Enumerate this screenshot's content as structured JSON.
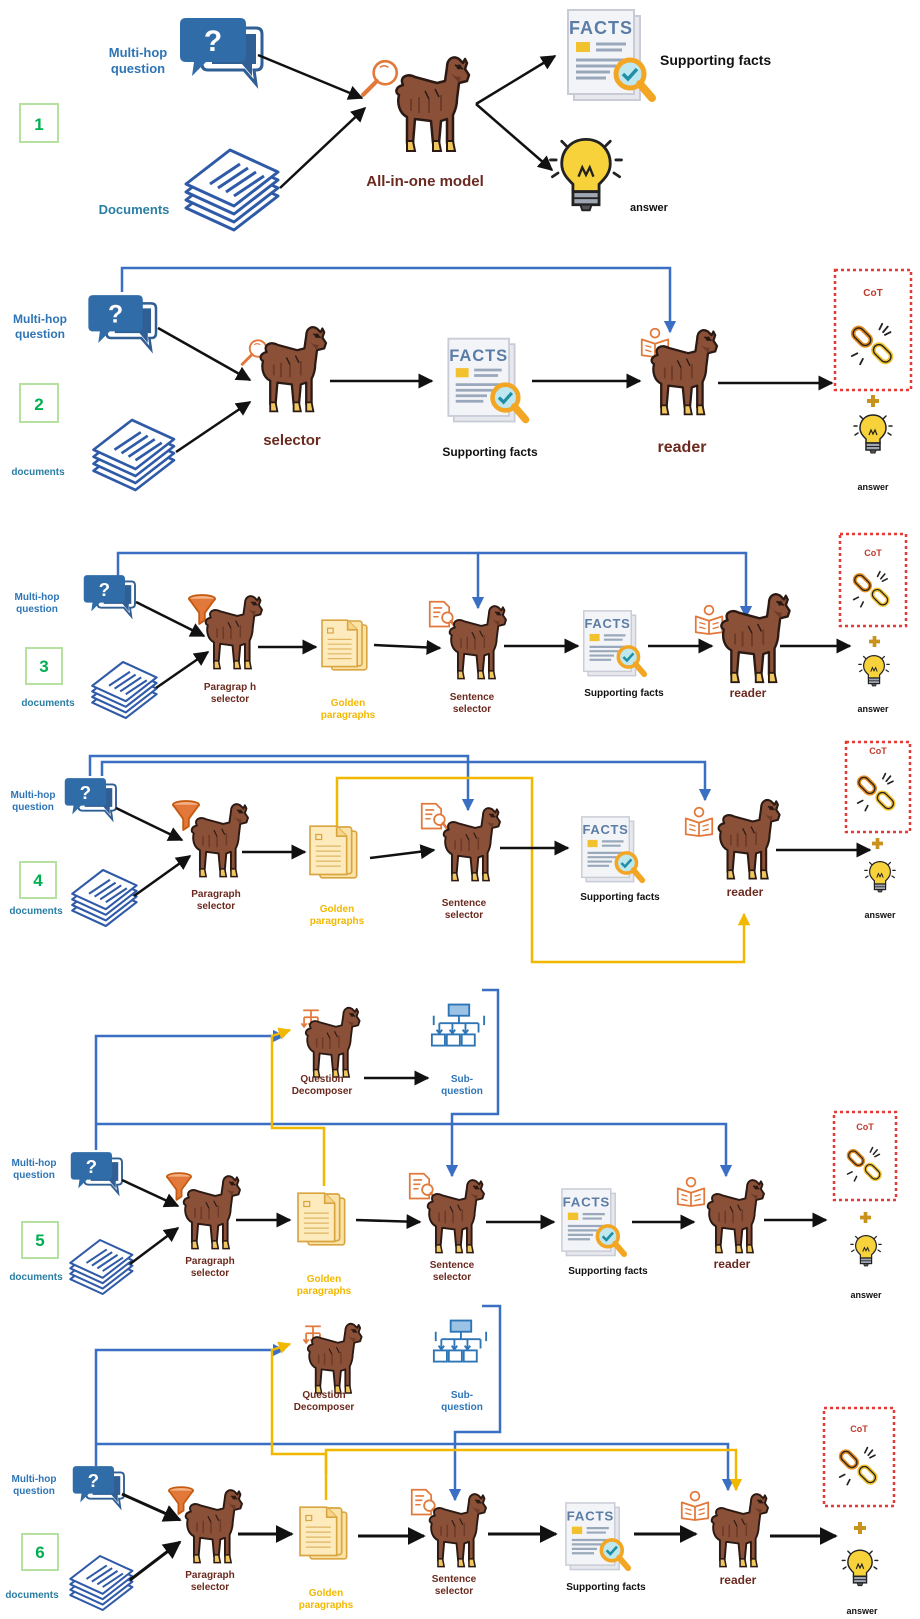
{
  "colors": {
    "blue": "#3a6fc4",
    "gold": "#f2b800",
    "alpaca": "#8a5038",
    "red": "#e53935",
    "green": "#00b050",
    "paper": "#fbe3a8"
  },
  "icons": [
    "question-bubble-icon",
    "documents-stack-icon",
    "alpaca-icon",
    "magnifier-icon",
    "funnel-icon",
    "search-doc-icon",
    "reading-icon",
    "facts-doc-icon",
    "golden-paragraphs-icon",
    "tree-icon",
    "chain-icon",
    "lightbulb-icon",
    "plus-icon",
    "decompose-icon"
  ],
  "panels": [
    {
      "number": "1",
      "question": "Multi-hop question",
      "documents": "Documents",
      "model": "All-in-one model",
      "supporting_facts": "Supporting facts",
      "answer": "answer"
    },
    {
      "number": "2",
      "question": "Multi-hop question",
      "documents": "documents",
      "selector": "selector",
      "supporting_facts": "Supporting facts",
      "reader": "reader",
      "cot": "CoT",
      "answer": "answer"
    },
    {
      "number": "3",
      "question": "Multi-hop question",
      "documents": "documents",
      "paragraph_selector": "Paragrap h selector",
      "golden_paragraphs": "Golden paragraphs",
      "sentence_selector": "Sentence selector",
      "supporting_facts": "Supporting facts",
      "reader": "reader",
      "cot": "CoT",
      "answer": "answer"
    },
    {
      "number": "4",
      "question": "Multi-hop question",
      "documents": "documents",
      "paragraph_selector": "Paragraph selector",
      "golden_paragraphs": "Golden paragraphs",
      "sentence_selector": "Sentence selector",
      "supporting_facts": "Supporting facts",
      "reader": "reader",
      "cot": "CoT",
      "answer": "answer"
    },
    {
      "number": "5",
      "question": "Multi-hop question",
      "documents": "documents",
      "decomposer": "Question Decomposer",
      "sub_question": "Sub- question",
      "paragraph_selector": "Paragraph selector",
      "golden_paragraphs": "Golden paragraphs",
      "sentence_selector": "Sentence selector",
      "supporting_facts": "Supporting facts",
      "reader": "reader",
      "cot": "CoT",
      "answer": "answer"
    },
    {
      "number": "6",
      "question": "Multi-hop question",
      "documents": "documents",
      "decomposer": "Question Decomposer",
      "sub_question": "Sub- question",
      "paragraph_selector": "Paragraph selector",
      "golden_paragraphs": "Golden paragraphs",
      "sentence_selector": "Sentence selector",
      "supporting_facts": "Supporting facts",
      "reader": "reader",
      "cot": "CoT",
      "answer": "answer"
    }
  ]
}
